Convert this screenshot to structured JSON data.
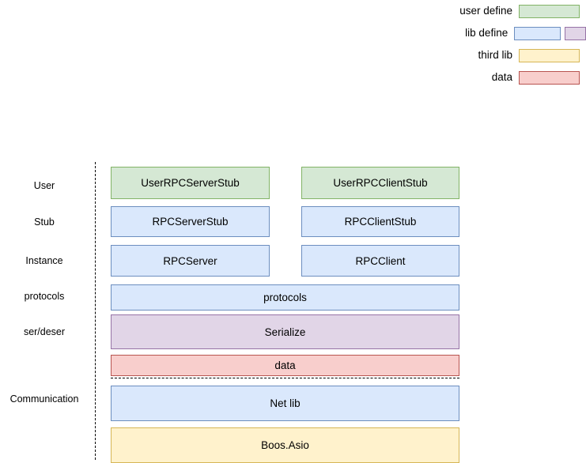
{
  "legend": {
    "rows": [
      {
        "label": "user define",
        "swatches": [
          "#d5e8d4"
        ]
      },
      {
        "label": "lib define",
        "swatches": [
          "#dae8fc",
          "#e1d5e7"
        ]
      },
      {
        "label": "third lib",
        "swatches": [
          "#fff2cc"
        ]
      },
      {
        "label": "data",
        "swatches": [
          "#f8cecc"
        ]
      }
    ]
  },
  "diagram": {
    "layer_labels": [
      "User",
      "Stub",
      "Instance",
      "protocols",
      "ser/deser",
      "Communication"
    ],
    "split_rows": [
      {
        "left": "UserRPCServerStub",
        "right": "UserRPCClientStub",
        "style": "user-define"
      },
      {
        "left": "RPCServerStub",
        "right": "RPCClientStub",
        "style": "lib-define"
      },
      {
        "left": "RPCServer",
        "right": "RPCClient",
        "style": "lib-define"
      }
    ],
    "full_rows": [
      {
        "label": "protocols",
        "style": "lib-define"
      },
      {
        "label": "Serialize",
        "style": "lib-define-alt"
      },
      {
        "label": "data",
        "style": "data"
      },
      {
        "label": "Net lib",
        "style": "lib-define"
      },
      {
        "label": "Boos.Asio",
        "style": "third-lib"
      }
    ]
  },
  "colors": {
    "user_define_fill": "#d5e8d4",
    "user_define_stroke": "#82b366",
    "lib_define_fill": "#dae8fc",
    "lib_define_stroke": "#6c8ebf",
    "lib_define_alt_fill": "#e1d5e7",
    "lib_define_alt_stroke": "#9673a6",
    "third_lib_fill": "#fff2cc",
    "third_lib_stroke": "#d6b656",
    "data_fill": "#f8cecc",
    "data_stroke": "#b85450"
  }
}
